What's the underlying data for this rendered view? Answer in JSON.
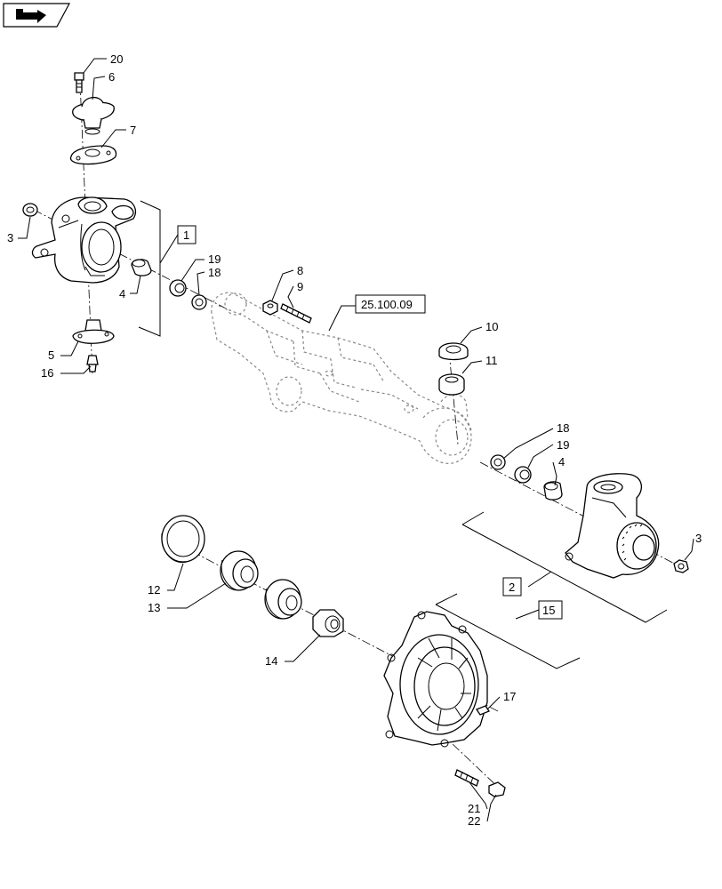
{
  "nav": {
    "icon": "next-page-arrow-icon"
  },
  "labels": {
    "p20": "20",
    "p6": "6",
    "p7": "7",
    "p3a": "3",
    "p1": "1",
    "p19a": "19",
    "p18a": "18",
    "p4a": "4",
    "p5": "5",
    "p16": "16",
    "p8": "8",
    "p9": "9",
    "ref": "25.100.09",
    "p10": "10",
    "p11": "11",
    "p18b": "18",
    "p19b": "19",
    "p4b": "4",
    "p3b": "3",
    "p2": "2",
    "p15": "15",
    "p12": "12",
    "p13": "13",
    "p14": "14",
    "p17": "17",
    "p21": "21",
    "p22": "22"
  }
}
